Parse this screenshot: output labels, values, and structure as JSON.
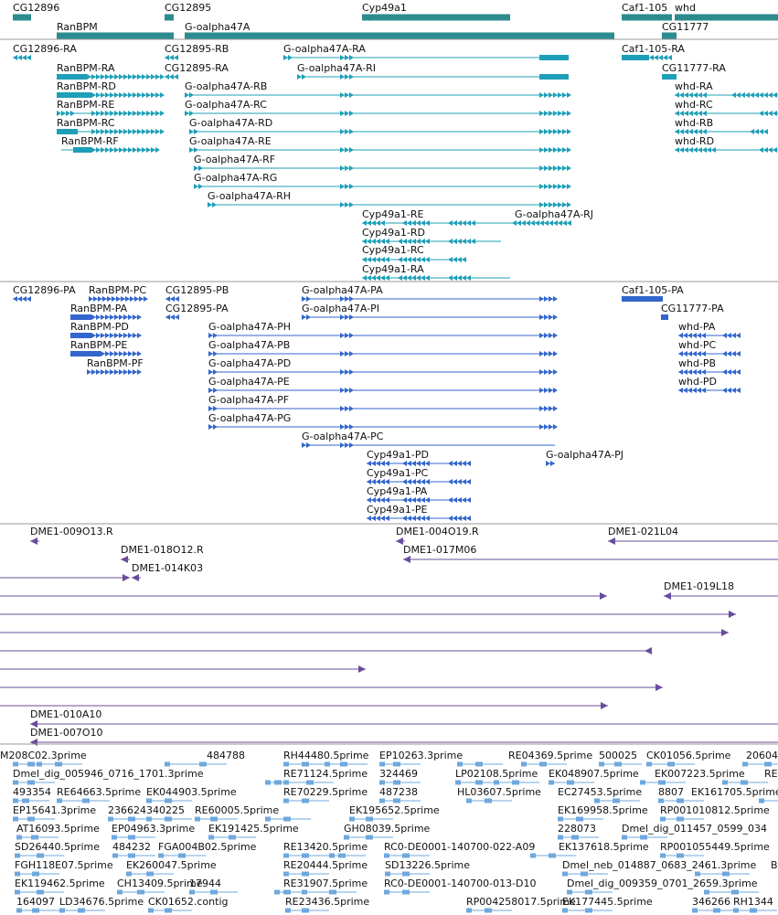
{
  "colors": {
    "gene": "#2c8b8f",
    "transcript": "#1e9fb7",
    "protein": "#3366cc",
    "clone": "#6a4c9c",
    "est": "#6fa8dc",
    "separator": "#999999"
  },
  "tracks": {
    "genes": {
      "labels": [
        "CG12896",
        "RanBPM",
        "CG12895",
        "G-oalpha47A",
        "Cyp49a1",
        "Caf1-105",
        "whd",
        "CG11777"
      ]
    },
    "transcripts": {
      "labels": [
        "CG12896-RA",
        "CG12895-RB",
        "G-oalpha47A-RA",
        "Caf1-105-RA",
        "RanBPM-RA",
        "CG12895-RA",
        "G-oalpha47A-RI",
        "CG11777-RA",
        "RanBPM-RD",
        "G-oalpha47A-RB",
        "whd-RA",
        "RanBPM-RE",
        "G-oalpha47A-RC",
        "whd-RC",
        "RanBPM-RC",
        "G-oalpha47A-RD",
        "whd-RB",
        "RanBPM-RF",
        "G-oalpha47A-RE",
        "whd-RD",
        "G-oalpha47A-RF",
        "G-oalpha47A-RG",
        "G-oalpha47A-RH",
        "Cyp49a1-RE",
        "G-oalpha47A-RJ",
        "Cyp49a1-RD",
        "Cyp49a1-RC",
        "Cyp49a1-RA"
      ]
    },
    "proteins": {
      "labels": [
        "CG12896-PA",
        "RanBPM-PC",
        "CG12895-PB",
        "G-oalpha47A-PA",
        "Caf1-105-PA",
        "RanBPM-PA",
        "CG12895-PA",
        "G-oalpha47A-PI",
        "CG11777-PA",
        "RanBPM-PD",
        "G-oalpha47A-PH",
        "whd-PA",
        "RanBPM-PE",
        "G-oalpha47A-PB",
        "whd-PC",
        "RanBPM-PF",
        "G-oalpha47A-PD",
        "whd-PB",
        "G-oalpha47A-PE",
        "whd-PD",
        "G-oalpha47A-PF",
        "G-oalpha47A-PG",
        "G-oalpha47A-PC",
        "Cyp49a1-PD",
        "G-oalpha47A-PJ",
        "Cyp49a1-PC",
        "Cyp49a1-PA",
        "Cyp49a1-PE"
      ]
    },
    "clones": {
      "labels": [
        "DME1-009O13.R",
        "DME1-004O19.R",
        "DME1-021L04",
        "DME1-018O12.R",
        "DME1-017M06",
        "DME1-014K03",
        "DME1-019L18",
        "DME1-010A10",
        "DME1-007O10"
      ]
    },
    "ests": {
      "labels": [
        "M208C02.3prime",
        "484788",
        "RH44480.5prime",
        "EP10263.3prime",
        "RE04369.5prime",
        "500025",
        "CK01056.5prime",
        "20604",
        "Dmel_dig_005946_0716_1701.3prime",
        "RE71124.5prime",
        "324469",
        "LP02108.5prime",
        "EK048907.5prime",
        "EK007223.5prime",
        "RE",
        "493354",
        "RE64663.5prime",
        "EK044903.5prime",
        "RE70229.5prime",
        "487238",
        "HL03607.5prime",
        "EC27453.5prime",
        "8807",
        "EK161705.5prime",
        "EP15641.3prime",
        "236624",
        "340225",
        "RE60005.5prime",
        "EK195652.5prime",
        "EK169958.5prime",
        "RP001010812.5prime",
        "AT16093.5prime",
        "EP04963.3prime",
        "EK191425.5prime",
        "GH08039.5prime",
        "228073",
        "Dmel_dig_011457_0599_034",
        "SD26440.5prime",
        "484232",
        "FGA004B02.5prime",
        "RE13420.5prime",
        "RC0-DE0001-140700-022-A09",
        "EK137618.5prime",
        "RP001055449.5prime",
        "FGH118E07.5prime",
        "EK260047.5prime",
        "RE20444.5prime",
        "SD13226.5prime",
        "Dmel_neb_014887_0683_2461.3prime",
        "B",
        "EK119462.5prime",
        "CH13409.5prime",
        "17944",
        "RE31907.5prime",
        "RC0-DE0001-140700-013-D10",
        "Dmel_dig_009359_0701_2659.3prime",
        "164097",
        "LD34676.5prime",
        "CK01652.contig",
        "RE23436.5prime",
        "RP004258017.5prime",
        "EK177445.5prime",
        "346266",
        "RH1344"
      ]
    }
  }
}
